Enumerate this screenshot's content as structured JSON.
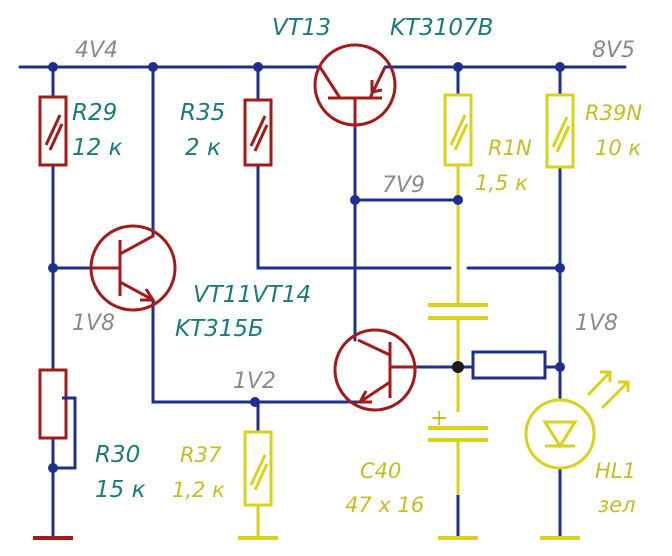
{
  "colors": {
    "wire": "#1f2f8f",
    "component": "#a31a1a",
    "highlight": "#d8d31a",
    "label_teal": "#1b7b7b",
    "label_grey": "#8a8a8a",
    "label_yellow": "#c7bd1e",
    "ground": "#a31a1a"
  },
  "voltages": {
    "rail_left": "4V4",
    "rail_right": "8V5",
    "node_collector": "7V9",
    "node_base_left": "1V8",
    "node_emitter": "1V2",
    "node_led": "1V8"
  },
  "components": {
    "r29": {
      "ref": "R29",
      "value": "12 к"
    },
    "r35": {
      "ref": "R35",
      "value": "2 к"
    },
    "r1n": {
      "ref": "R1N",
      "value": "1,5 к"
    },
    "r39n": {
      "ref": "R39N",
      "value": "10 к"
    },
    "r30": {
      "ref": "R30",
      "value": "15 к"
    },
    "r37": {
      "ref": "R37",
      "value": "1,2 к"
    },
    "c40": {
      "ref": "C40",
      "value": "47 х 16",
      "polarity": "+"
    },
    "hl1": {
      "ref": "HL1",
      "value": "зел"
    },
    "vt13": {
      "ref": "VT13",
      "type": "KT3107B"
    },
    "vt11_14": {
      "ref": "VT11VT14",
      "type": "KT315Б"
    }
  },
  "icons": {
    "resistor": "resistor-symbol-icon",
    "potentiometer": "potentiometer-symbol-icon",
    "capacitor": "polarized-capacitor-icon",
    "transistor_pnp": "pnp-transistor-icon",
    "transistor_npn": "npn-transistor-icon",
    "led": "led-symbol-icon",
    "ground": "ground-symbol-icon"
  }
}
